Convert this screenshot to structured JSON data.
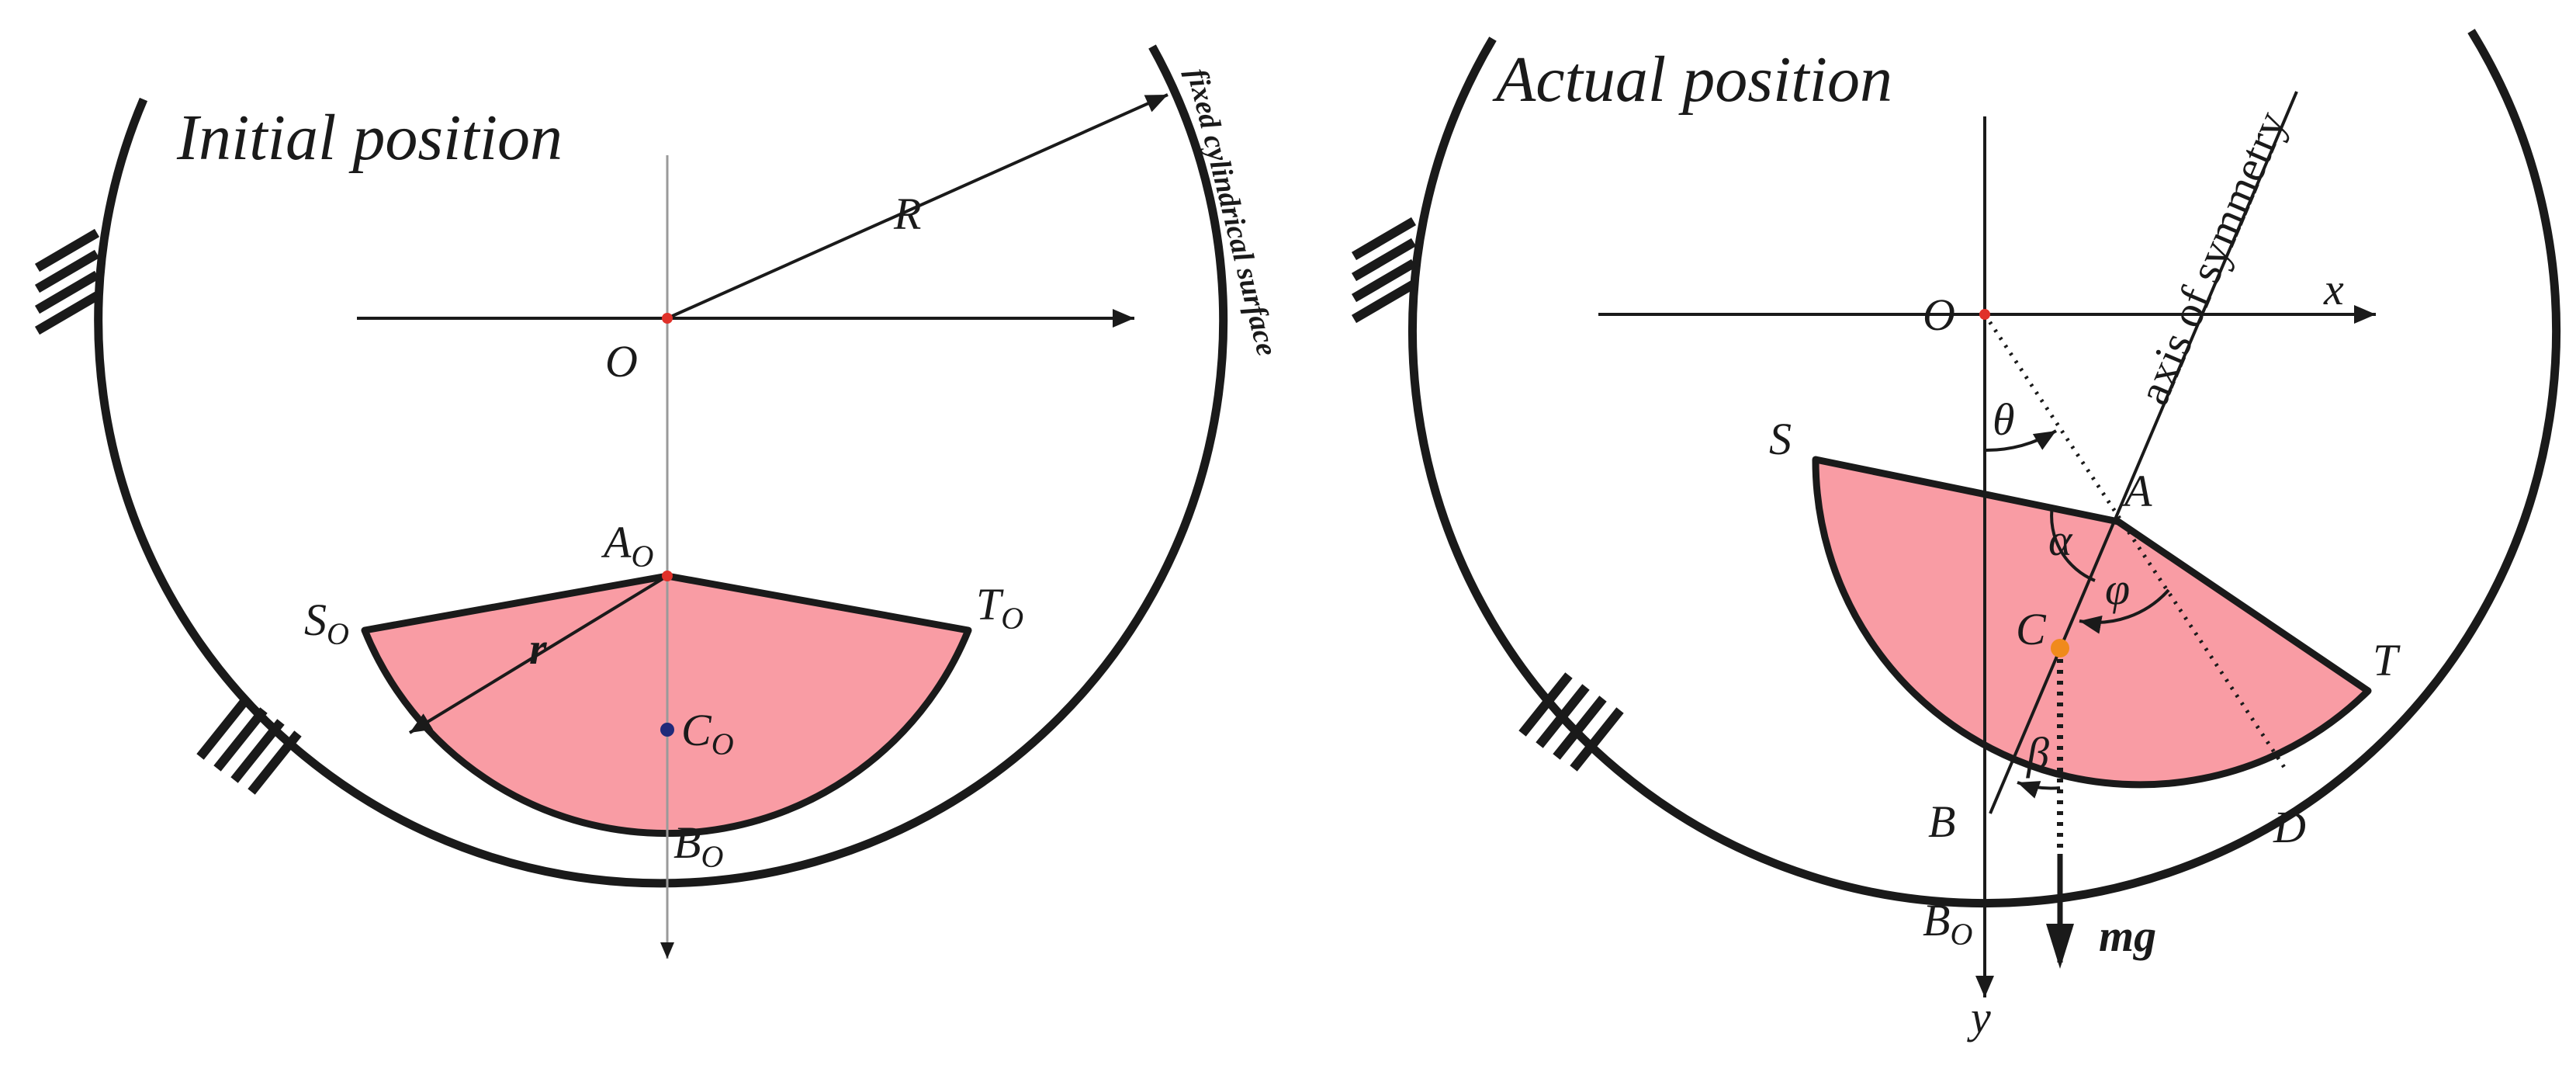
{
  "left": {
    "title": "Initial position",
    "surface_label": "fixed cylindrical surface",
    "radius_label": "R",
    "small_radius_label": "r",
    "center_label": "O",
    "point_a": {
      "main": "A",
      "sub": "O"
    },
    "point_s": {
      "main": "S",
      "sub": "O"
    },
    "point_t": {
      "main": "T",
      "sub": "O"
    },
    "point_c": {
      "main": "C",
      "sub": "O"
    },
    "point_b": {
      "main": "B",
      "sub": "O"
    }
  },
  "right": {
    "title": "Actual position",
    "axis_label": "axis of symmetry",
    "center_label": "O",
    "x_label": "x",
    "y_label": "y",
    "theta_label": "θ",
    "alpha_label": "α",
    "phi_label": "φ",
    "beta_label": "β",
    "point_s": "S",
    "point_a": "A",
    "point_t": "T",
    "point_c": "C",
    "point_b": "B",
    "point_d": "D",
    "point_bo": {
      "main": "B",
      "sub": "O"
    },
    "weight_label": "mg"
  },
  "colors": {
    "body_fill": "#f99ca4",
    "stroke": "#1a1a1a",
    "center_dot": "#e0312a",
    "c0_dot": "#1f2a7a",
    "c_dot": "#f08a1c"
  }
}
